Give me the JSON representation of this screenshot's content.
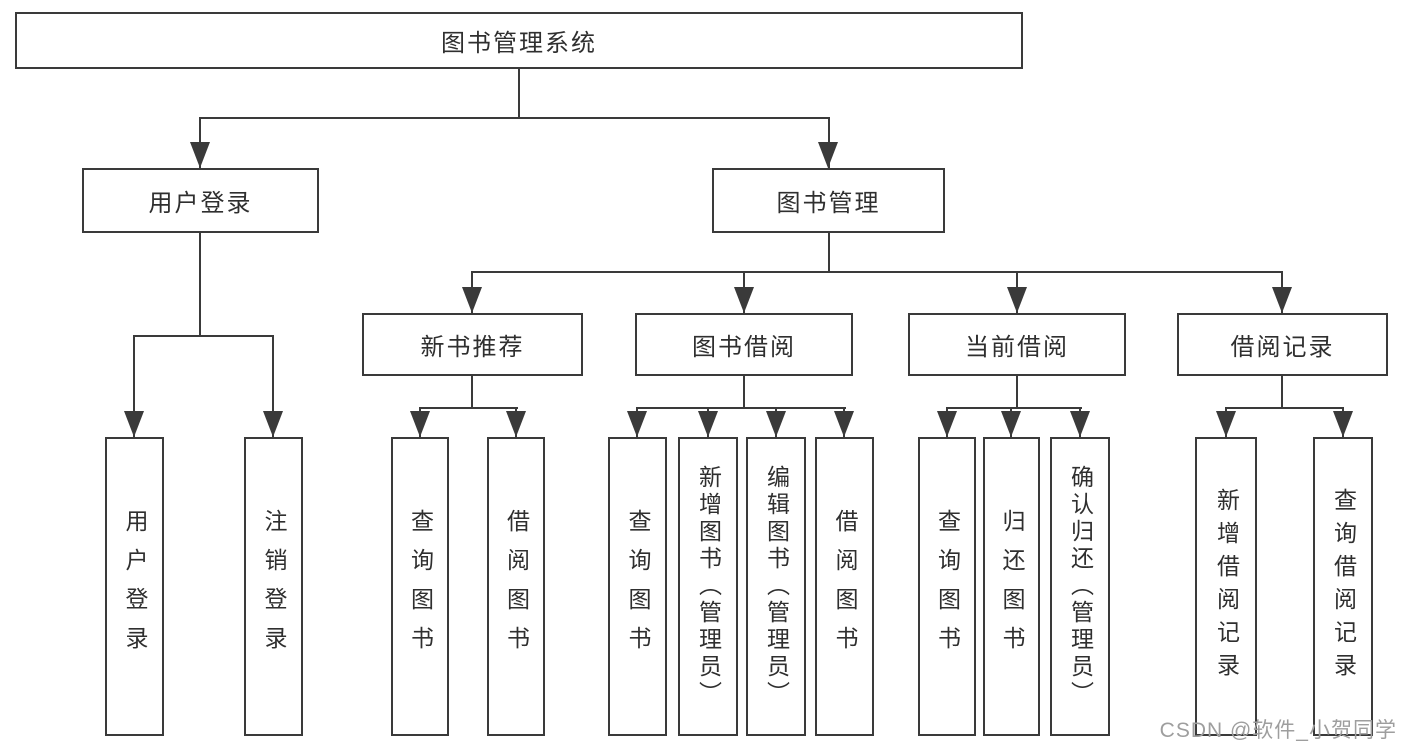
{
  "colors": {
    "line": "#3a3a3a",
    "text": "#2f2f2f",
    "background": "#ffffff",
    "watermark_color": "#9e9e9e"
  },
  "watermark": {
    "text": "CSDN @软件_小贺同学"
  },
  "tree": {
    "root": "图书管理系统",
    "branches": [
      {
        "label": "用户登录",
        "children": [
          "用户登录",
          "注销登录"
        ]
      },
      {
        "label": "图书管理",
        "children": [
          {
            "label": "新书推荐",
            "children": [
              "查询图书",
              "借阅图书"
            ]
          },
          {
            "label": "图书借阅",
            "children": [
              "查询图书",
              "新增图书（管理员）",
              "编辑图书（管理员）",
              "借阅图书"
            ]
          },
          {
            "label": "当前借阅",
            "children": [
              "查询图书",
              "归还图书",
              "确认归还（管理员）"
            ]
          },
          {
            "label": "借阅记录",
            "children": [
              "新增借阅记录",
              "查询借阅记录"
            ]
          }
        ]
      }
    ]
  }
}
